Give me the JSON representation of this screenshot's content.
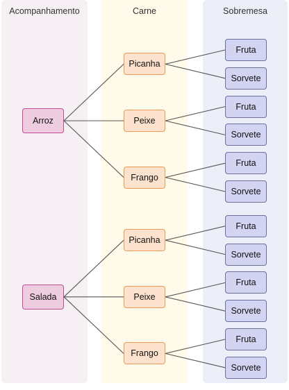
{
  "columns": {
    "acompanhamento": "Acompanhamento",
    "carne": "Carne",
    "sobremesa": "Sobremesa"
  },
  "colors": {
    "acompanhamento_bg": "#f6eff4",
    "carne_bg": "#fffae9",
    "sobremesa_bg": "#eceff8",
    "acompanhamento_node": "#eecde1",
    "acompanhamento_border": "#c24a92",
    "carne_node": "#fde2cd",
    "carne_border": "#eb9a55",
    "sobremesa_node": "#d2d4f1",
    "sobremesa_border": "#6c6e9c",
    "edge": "#555555"
  },
  "tree": [
    {
      "label": "Arroz",
      "children": [
        {
          "label": "Picanha",
          "children": [
            "Fruta",
            "Sorvete"
          ]
        },
        {
          "label": "Peixe",
          "children": [
            "Fruta",
            "Sorvete"
          ]
        },
        {
          "label": "Frango",
          "children": [
            "Fruta",
            "Sorvete"
          ]
        }
      ]
    },
    {
      "label": "Salada",
      "children": [
        {
          "label": "Picanha",
          "children": [
            "Fruta",
            "Sorvete"
          ]
        },
        {
          "label": "Peixe",
          "children": [
            "Fruta",
            "Sorvete"
          ]
        },
        {
          "label": "Frango",
          "children": [
            "Fruta",
            "Sorvete"
          ]
        }
      ]
    }
  ]
}
